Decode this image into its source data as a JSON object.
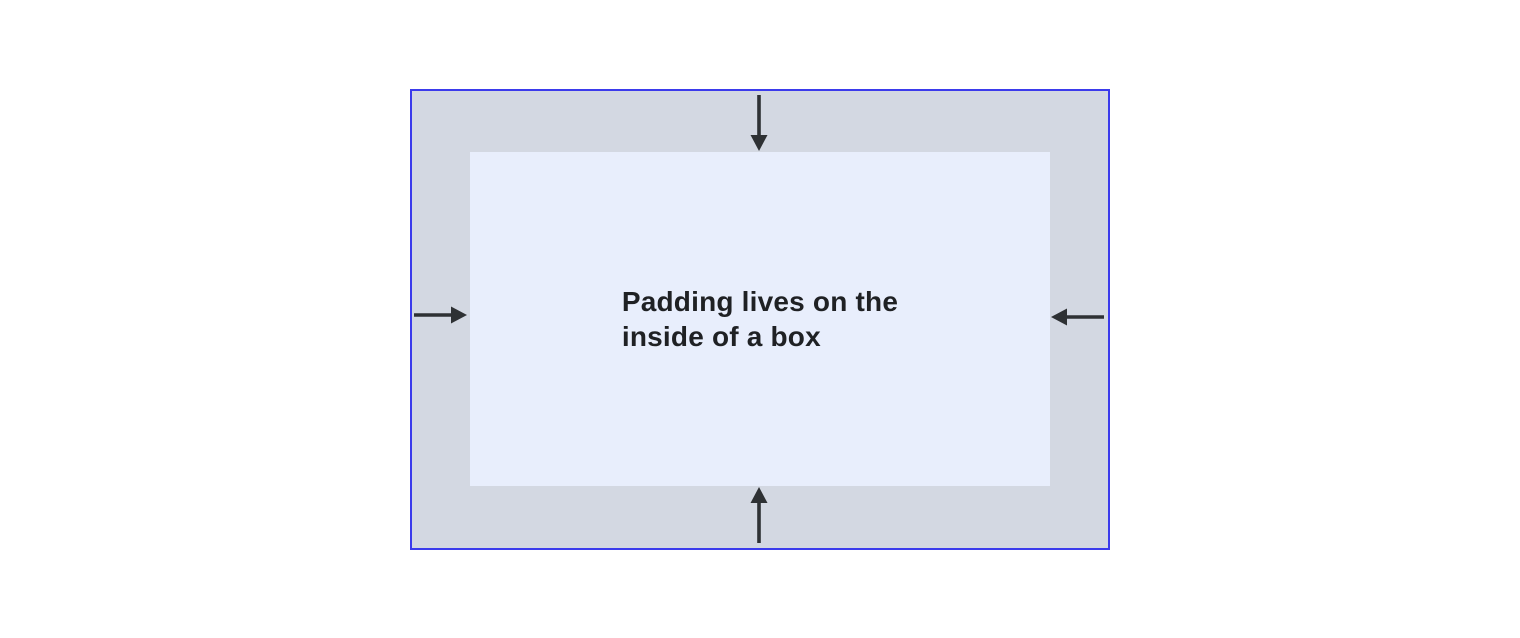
{
  "diagram": {
    "caption_line1": "Padding lives on the",
    "caption_line2": "inside of a box",
    "arrows": [
      {
        "name": "arrow-down-icon",
        "side": "top",
        "direction": "down"
      },
      {
        "name": "arrow-left-icon",
        "side": "right",
        "direction": "left"
      },
      {
        "name": "arrow-up-icon",
        "side": "bottom",
        "direction": "up"
      },
      {
        "name": "arrow-right-icon",
        "side": "left",
        "direction": "right"
      }
    ]
  },
  "colors": {
    "canvas": "#ffffff",
    "border": "#3b3bec",
    "padding_area": "#d3d8e2",
    "content_area": "#e8eefc",
    "arrow": "#2e3134",
    "text": "#1f2124"
  }
}
